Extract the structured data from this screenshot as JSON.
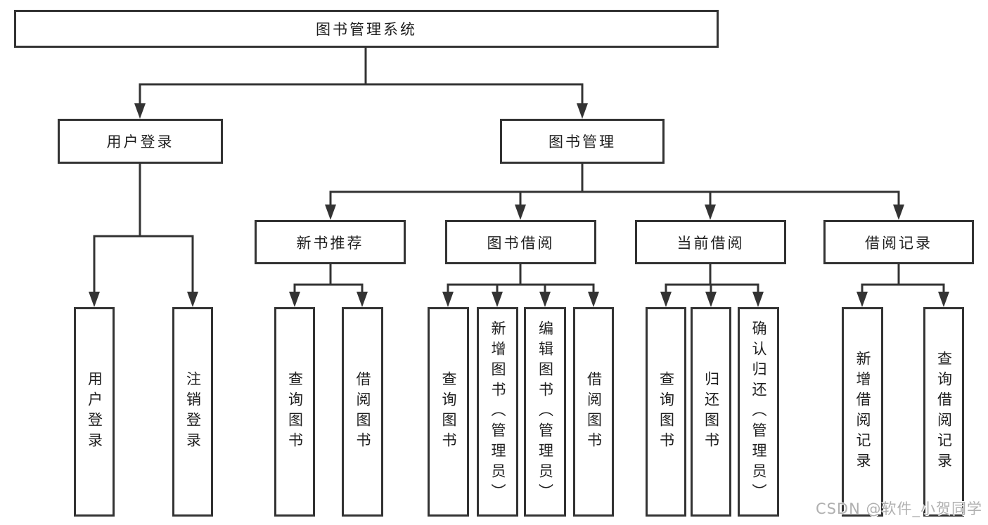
{
  "colors": {
    "line": "#333333",
    "text": "#1f1f1f",
    "box_bg": "#ffffff",
    "watermark": "#b0b0b0"
  },
  "watermark": "CSDN @软件_小贺同学",
  "tree": {
    "label": "图书管理系统",
    "children": [
      {
        "label": "用户登录",
        "children": [
          {
            "label": "用户登录"
          },
          {
            "label": "注销登录"
          }
        ]
      },
      {
        "label": "图书管理",
        "children": [
          {
            "label": "新书推荐",
            "children": [
              {
                "label": "查询图书"
              },
              {
                "label": "借阅图书"
              }
            ]
          },
          {
            "label": "图书借阅",
            "children": [
              {
                "label": "查询图书"
              },
              {
                "label": "新增图书（管理员）"
              },
              {
                "label": "编辑图书（管理员）"
              },
              {
                "label": "借阅图书"
              }
            ]
          },
          {
            "label": "当前借阅",
            "children": [
              {
                "label": "查询图书"
              },
              {
                "label": "归还图书"
              },
              {
                "label": "确认归还（管理员）"
              }
            ]
          },
          {
            "label": "借阅记录",
            "children": [
              {
                "label": "新增借阅记录"
              },
              {
                "label": "查询借阅记录"
              }
            ]
          }
        ]
      }
    ]
  }
}
